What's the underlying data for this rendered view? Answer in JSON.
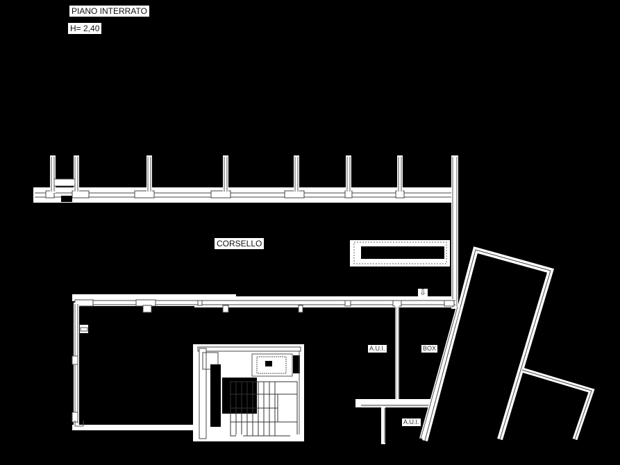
{
  "title": {
    "floor": "PIANO INTERRATO",
    "height": "H= 2,40"
  },
  "rooms": {
    "corsello": "CORSELLO",
    "aui_1": "A.U.I.",
    "box": "BOX",
    "aui_2": "A.U.I."
  },
  "symbols": {
    "entry_arrow": "⇩"
  },
  "colors": {
    "background": "#000000",
    "walls": "#ffffff",
    "wall_detail": "#555555"
  }
}
